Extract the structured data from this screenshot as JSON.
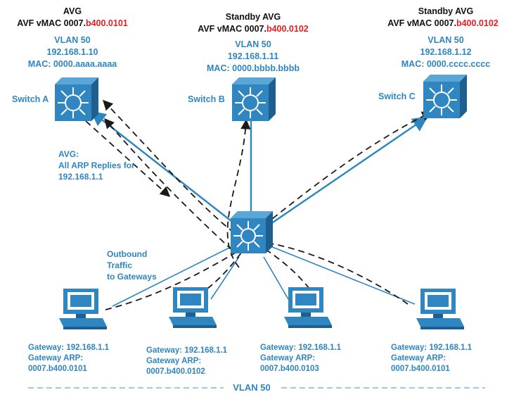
{
  "colors": {
    "accent": "#2e86c1",
    "highlight": "#e02020",
    "device_fill": "#2f86c0",
    "device_dark": "#1f5f8f",
    "dashed_line": "#1a1a1a"
  },
  "switches": [
    {
      "name": "Switch A",
      "role": "AVG",
      "vmac_prefix": "AVF vMAC 0007.",
      "vmac_suffix": "b400.0101",
      "vlan": "VLAN 50",
      "ip": "192.168.1.10",
      "mac": "MAC: 0000.aaaa.aaaa"
    },
    {
      "name": "Switch B",
      "role": "Standby AVG",
      "vmac_prefix": "AVF vMAC 0007.",
      "vmac_suffix": "b400.0102",
      "vlan": "VLAN 50",
      "ip": "192.168.1.11",
      "mac": "MAC: 0000.bbbb.bbbb"
    },
    {
      "name": "Switch C",
      "role": "Standby AVG",
      "vmac_prefix": "AVF vMAC 0007.",
      "vmac_suffix": "b400.0102",
      "vlan": "VLAN 50",
      "ip": "192.168.1.12",
      "mac": "MAC: 0000.cccc.cccc"
    }
  ],
  "annotations": {
    "avg_note": [
      "AVG:",
      "All ARP Replies for",
      "192.168.1.1"
    ],
    "outbound_note": [
      "Outbound",
      "Traffic",
      "to Gateways"
    ]
  },
  "hosts": [
    {
      "gateway": "Gateway: 192.168.1.1",
      "arp_label": "Gateway ARP:",
      "arp_value": "0007.b400.0101"
    },
    {
      "gateway": "Gateway: 192.168.1.1",
      "arp_label": "Gateway ARP:",
      "arp_value": "0007.b400.0102"
    },
    {
      "gateway": "Gateway: 192.168.1.1",
      "arp_label": "Gateway ARP:",
      "arp_value": "0007.b400.0103"
    },
    {
      "gateway": "Gateway: 192.168.1.1",
      "arp_label": "Gateway ARP:",
      "arp_value": "0007.b400.0101"
    }
  ],
  "vlan_footer": "VLAN 50"
}
